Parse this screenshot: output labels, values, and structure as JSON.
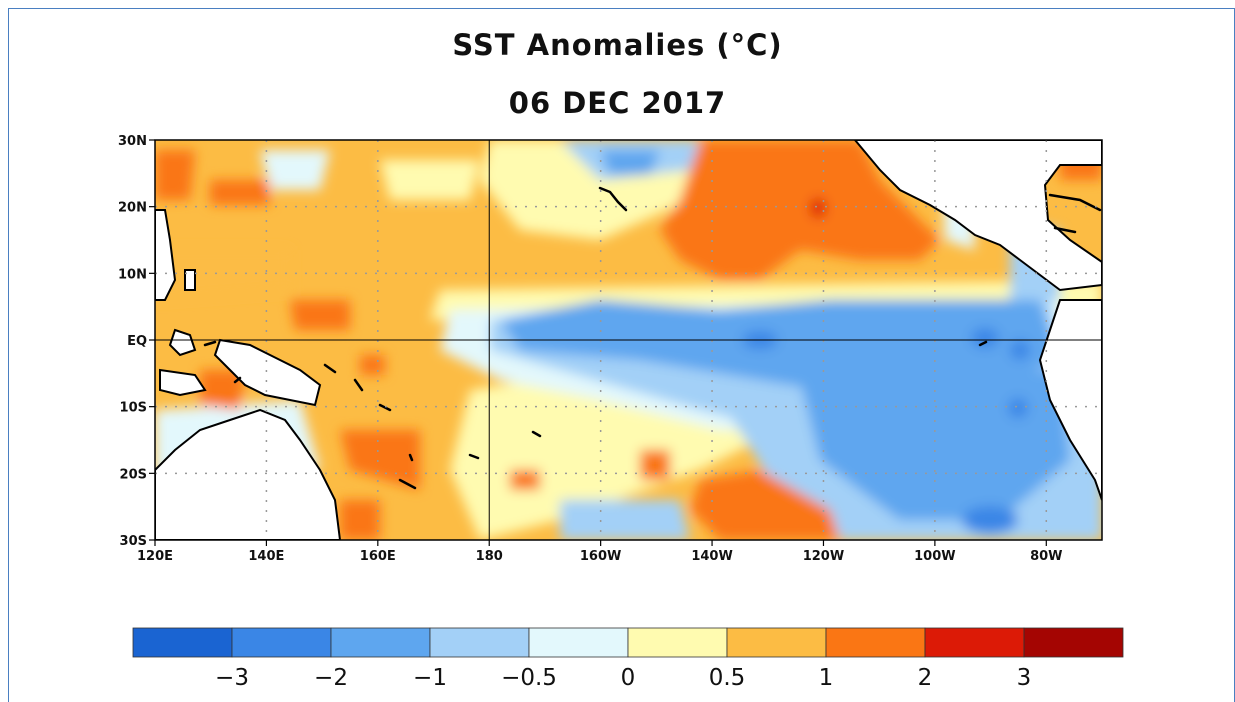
{
  "title": "SST Anomalies (°C)",
  "date": "06 DEC 2017",
  "map": {
    "lon_range": [
      120,
      290
    ],
    "lat_range": [
      -30,
      30
    ],
    "x_ticks": [
      {
        "lon": 120,
        "label": "120E"
      },
      {
        "lon": 140,
        "label": "140E"
      },
      {
        "lon": 160,
        "label": "160E"
      },
      {
        "lon": 180,
        "label": "180"
      },
      {
        "lon": 200,
        "label": "160W"
      },
      {
        "lon": 220,
        "label": "140W"
      },
      {
        "lon": 240,
        "label": "120W"
      },
      {
        "lon": 260,
        "label": "100W"
      },
      {
        "lon": 280,
        "label": "80W"
      }
    ],
    "y_ticks": [
      {
        "lat": 30,
        "label": "30N"
      },
      {
        "lat": 20,
        "label": "20N"
      },
      {
        "lat": 10,
        "label": "10N"
      },
      {
        "lat": 0,
        "label": "EQ"
      },
      {
        "lat": -10,
        "label": "10S"
      },
      {
        "lat": -20,
        "label": "20S"
      },
      {
        "lat": -30,
        "label": "30S"
      }
    ],
    "grid": "dotted",
    "reference_lines": {
      "equator": true,
      "dateline": true
    }
  },
  "colorbar": {
    "colors": [
      "#1a64d2",
      "#3a86e6",
      "#5ea6ef",
      "#a3d0f7",
      "#e3f8fc",
      "#fffbb0",
      "#fcbc44",
      "#fa7614",
      "#dc1a06",
      "#a40502"
    ],
    "labels": [
      "−3",
      "−2",
      "−1",
      "−0.5",
      "0",
      "0.5",
      "1",
      "2",
      "3"
    ]
  },
  "colors": {
    "land": "#ffffff",
    "coast": "#000000",
    "frame": "#4a7fc1"
  }
}
